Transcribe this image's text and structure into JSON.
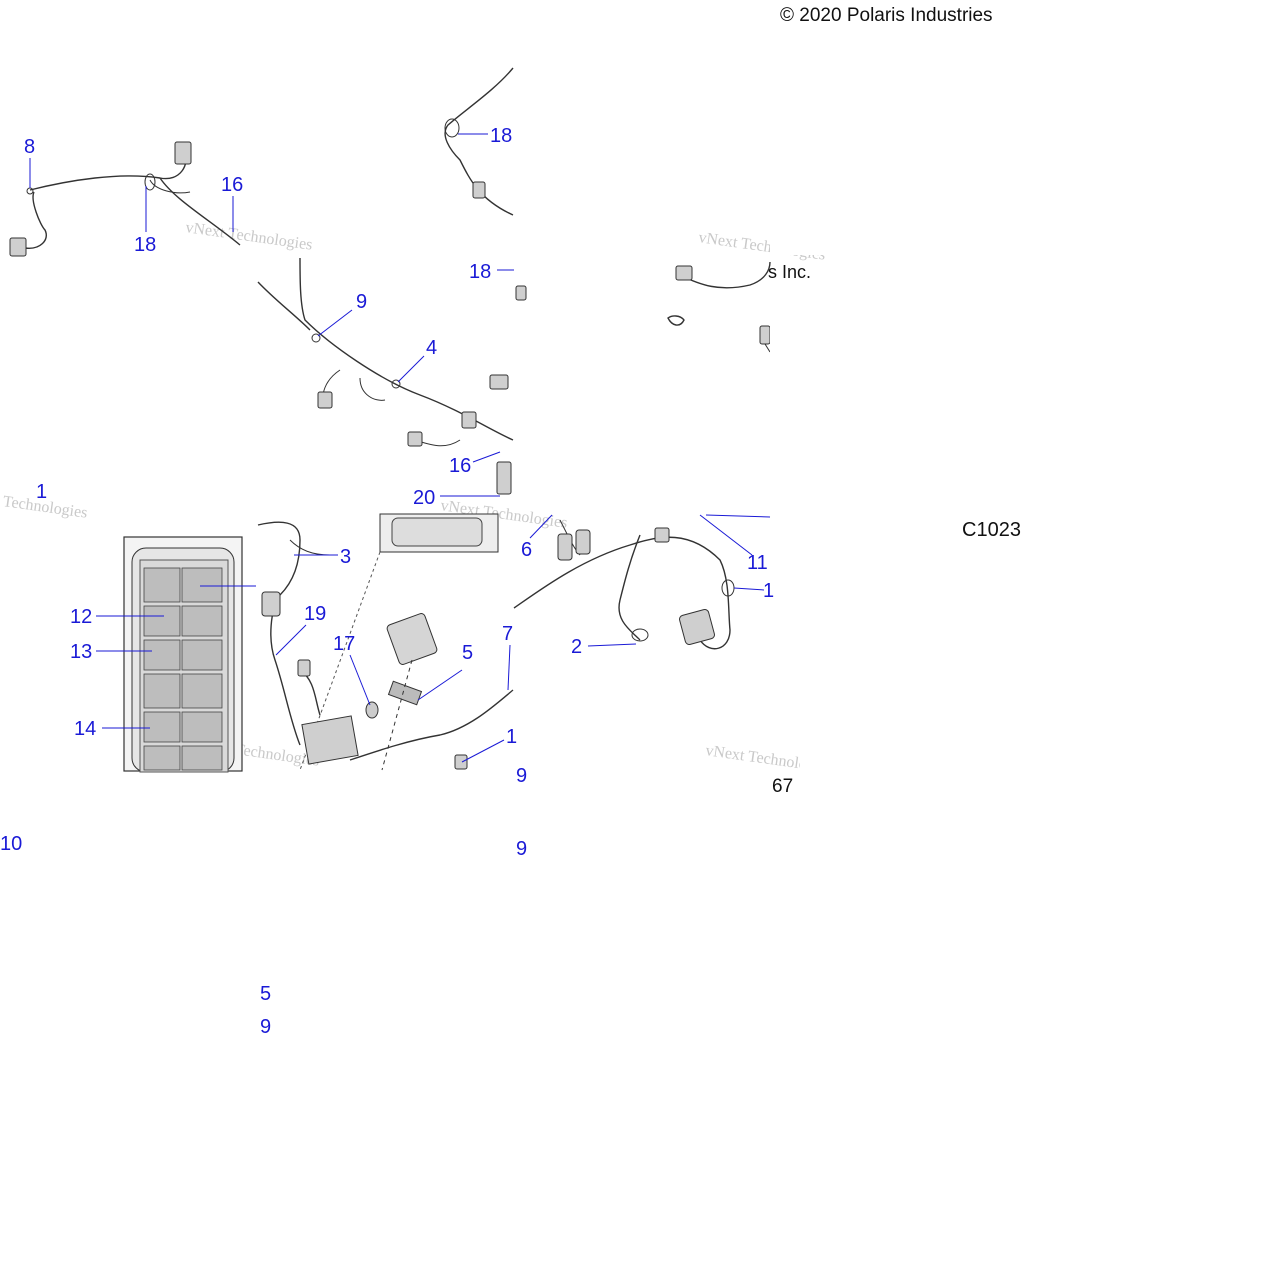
{
  "copyright": "© 2020 Polaris Industries",
  "copyright_fragment": "s Inc.",
  "figure_code": "C1023",
  "page_fragment": "67",
  "watermark": "vNext Technologies",
  "callouts": {
    "c8": "8",
    "c16a": "16",
    "c18a": "18",
    "c18b": "18",
    "c18c": "18",
    "c9": "9",
    "c4": "4",
    "c16b": "16",
    "c20": "20",
    "c1a": "1",
    "c3": "3",
    "c19": "19",
    "c17": "17",
    "c5": "5",
    "c7": "7",
    "c12": "12",
    "c13": "13",
    "c14": "14",
    "c6": "6",
    "c11": "11",
    "c1b": "1",
    "c2": "2",
    "c1c": "1",
    "c9b": "9",
    "c10": "10",
    "c9c": "9",
    "c15": "5",
    "c9d": "9"
  }
}
